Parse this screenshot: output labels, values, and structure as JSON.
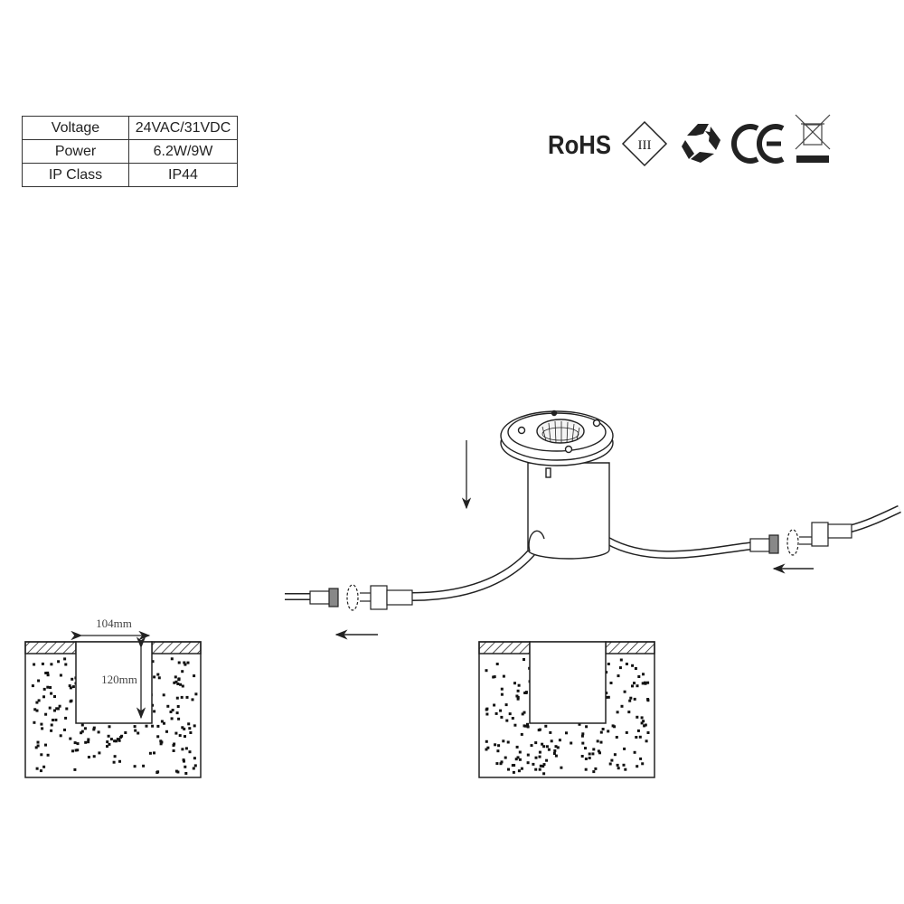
{
  "specs": [
    {
      "label": "Voltage",
      "value": "24VAC/31VDC"
    },
    {
      "label": "Power",
      "value": "6.2W/9W"
    },
    {
      "label": "IP Class",
      "value": "IP44"
    }
  ],
  "certifications": {
    "rohs": "RoHS",
    "class": "III",
    "ce": "CE",
    "icons": [
      "rohs-mark",
      "class-iii-icon",
      "recycle-icon",
      "ce-mark",
      "weee-bin-icon"
    ]
  },
  "dimensions": {
    "width": "104mm",
    "depth": "120mm"
  }
}
